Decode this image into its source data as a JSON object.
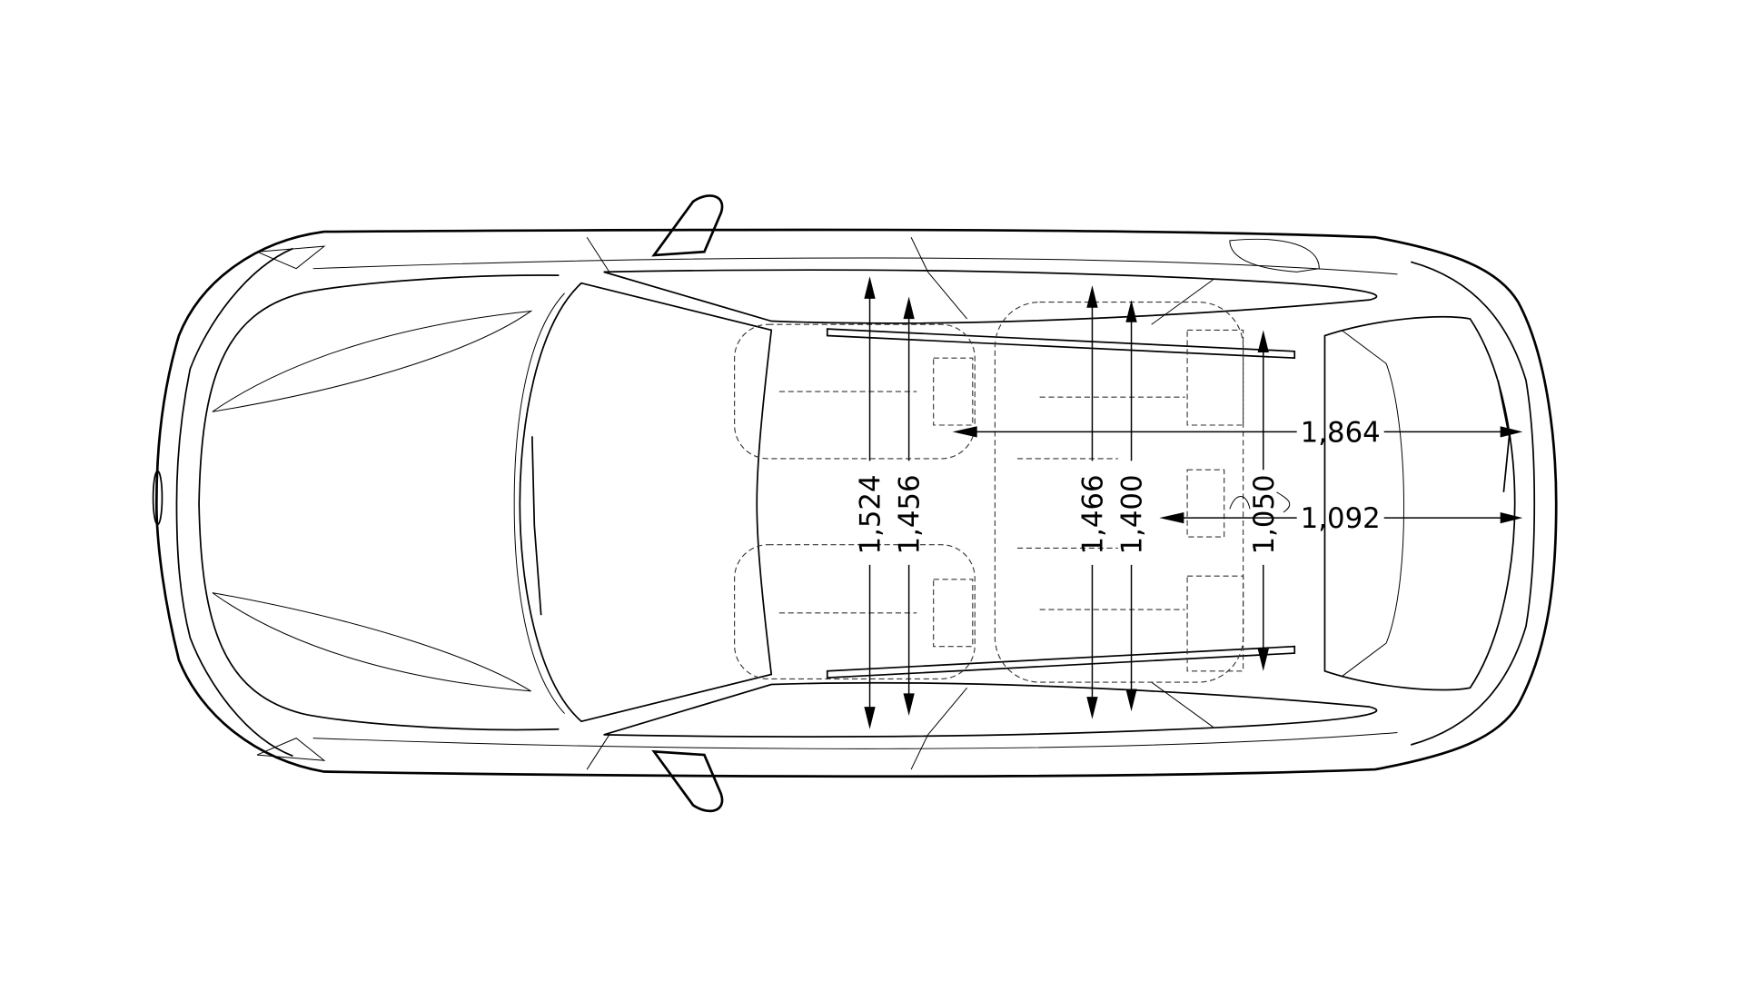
{
  "diagram": {
    "title": "Vehicle top view interior dimensions",
    "dimensions": {
      "front_shoulder_width": "1,524",
      "front_elbow_width": "1,456",
      "rear_shoulder_width": "1,466",
      "rear_elbow_width": "1,400",
      "trunk_width_between_wheelarches": "1,050",
      "front_legroom_length": "1,864",
      "rear_cargo_length": "1,092"
    }
  }
}
